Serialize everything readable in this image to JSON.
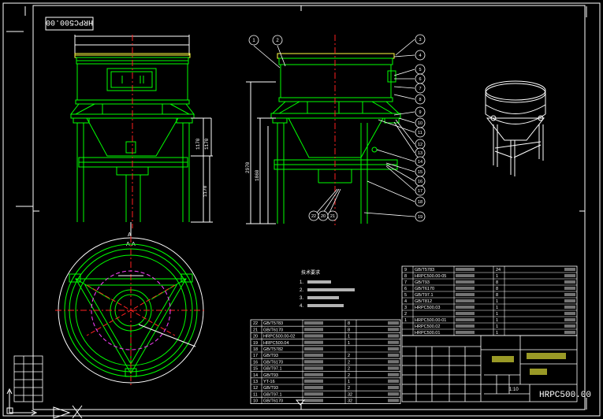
{
  "drawing": {
    "number": "HRPC500.00",
    "number_mirrored": "HRPC500.00",
    "section_label": "A",
    "section_label_2": "A-A"
  },
  "balloons_left": [
    "1",
    "2"
  ],
  "balloons_right": [
    "3",
    "4",
    "5",
    "6",
    "7",
    "8",
    "9",
    "10",
    "11",
    "12",
    "13",
    "14",
    "15",
    "16",
    "17",
    "18",
    "19"
  ],
  "balloons_bottom": [
    "22",
    "20",
    "21"
  ],
  "tech_notes_lines": [
    "技术要求",
    "1.",
    "2.",
    "3.",
    "4."
  ],
  "parts_table_left": [
    {
      "no": "22",
      "code": "GB/T5783",
      "qty": "8"
    },
    {
      "no": "21",
      "code": "GB/T6170",
      "qty": "8"
    },
    {
      "no": "20",
      "code": "HRPC500.00-02",
      "qty": "1"
    },
    {
      "no": "19",
      "code": "HRPC500.04",
      "qty": "1"
    },
    {
      "no": "18",
      "code": "GB/T5782",
      "qty": ""
    },
    {
      "no": "17",
      "code": "GB/T93",
      "qty": "2"
    },
    {
      "no": "16",
      "code": "GB/T6170",
      "qty": "2"
    },
    {
      "no": "15",
      "code": "GB/T97.1",
      "qty": "2"
    },
    {
      "no": "14",
      "code": "GB/T93",
      "qty": "2"
    },
    {
      "no": "13",
      "code": "YT-16",
      "qty": "1"
    },
    {
      "no": "12",
      "code": "GB/T93",
      "qty": "2"
    },
    {
      "no": "11",
      "code": "GB/T97.1",
      "qty": "32"
    },
    {
      "no": "10",
      "code": "GB/T6170",
      "qty": "32"
    }
  ],
  "parts_table_right": [
    {
      "no": "9",
      "code": "GB/T5783",
      "qty": "24"
    },
    {
      "no": "8",
      "code": "HRPC500.00-05",
      "qty": "1"
    },
    {
      "no": "7",
      "code": "GB/T93",
      "qty": "8"
    },
    {
      "no": "6",
      "code": "GB/T6170",
      "qty": "8"
    },
    {
      "no": "5",
      "code": "GB/T97.1",
      "qty": "8"
    },
    {
      "no": "4",
      "code": "GB/T812",
      "qty": "1"
    },
    {
      "no": "3",
      "code": "HRPC500.03",
      "qty": "1"
    },
    {
      "no": "2",
      "code": "",
      "qty": "1"
    },
    {
      "no": "1",
      "code": "HRPC500.00-01",
      "qty": "1"
    },
    {
      "no": "",
      "code": "HRPC500.02",
      "qty": "1"
    },
    {
      "no": "",
      "code": "HRPC500.01",
      "qty": "1"
    }
  ],
  "title_block": {
    "scale": "1:10",
    "drawing_no": "HRPC500.00"
  },
  "colors": {
    "line": "#ffffff",
    "green": "#00ff00",
    "red": "#ff2020",
    "magenta": "#ff40ff",
    "yellow": "#ffff40",
    "background": "#000000"
  }
}
